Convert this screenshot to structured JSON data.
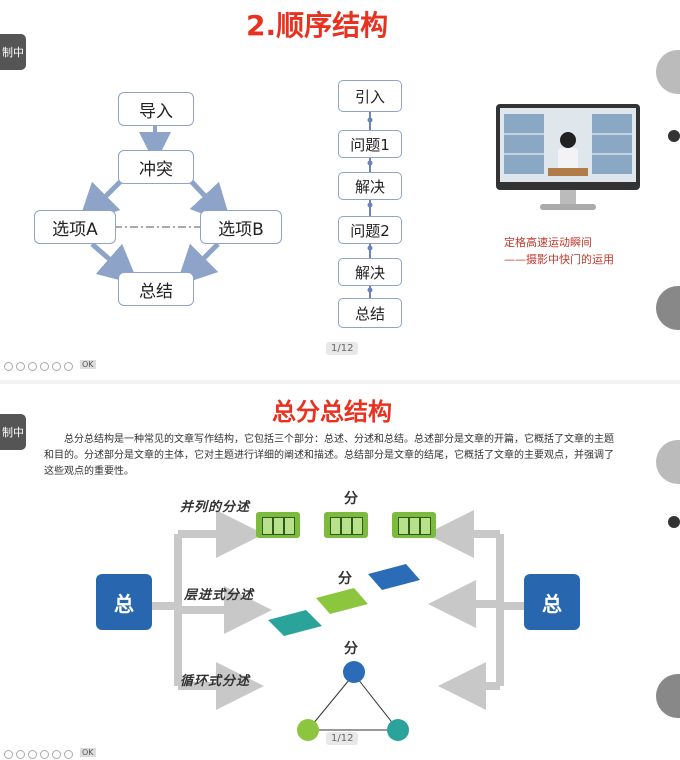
{
  "slide1": {
    "tab_label": "制中",
    "title": "2.顺序结构",
    "flow_left": {
      "intro": "导入",
      "conflict": "冲突",
      "option_a": "选项A",
      "option_b": "选项B",
      "summary": "总结"
    },
    "flow_right": [
      "引入",
      "问题1",
      "解决",
      "问题2",
      "解决",
      "总结"
    ],
    "caption_line1": "定格高速运动瞬间",
    "caption_line2": "——摄影中快门的运用",
    "page_indicator": "1/12",
    "toolbar_tag": "OK"
  },
  "slide2": {
    "tab_label": "制中",
    "title": "总分总结构",
    "paragraph": "总分总结构是一种常见的文章写作结构，它包括三个部分：总述、分述和总结。总述部分是文章的开篇，它概括了文章的主题和目的。分述部分是文章的主体，它对主题进行详细的阐述和描述。总结部分是文章的结尾，它概括了文章的主要观点，并强调了这些观点的重要性。",
    "left_box": "总",
    "right_box": "总",
    "parallel_label": "并列的分述",
    "progressive_label": "层进式分述",
    "cyclic_label": "循环式分述",
    "fen_top": "分",
    "fen_mid": "分",
    "fen_bottom": "分",
    "page_indicator": "1/12",
    "toolbar_tag": "OK"
  },
  "colors": {
    "title_red": "#e8321f",
    "box_blue": "#2867b0",
    "arrow_grey": "#c8c8c8",
    "green": "#7dbb3e"
  }
}
